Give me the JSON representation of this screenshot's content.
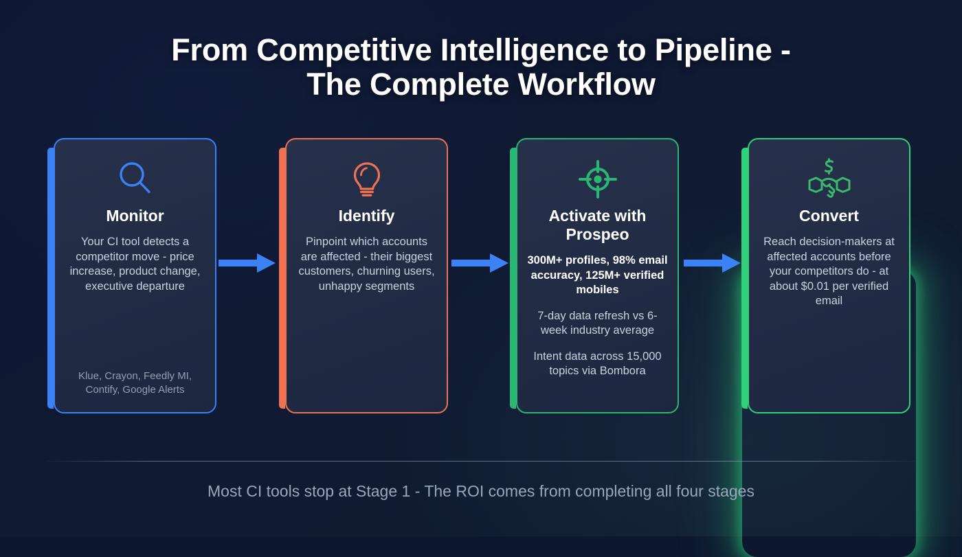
{
  "title": {
    "line1": "From Competitive Intelligence to Pipeline -",
    "line2": "The Complete Workflow"
  },
  "colors": {
    "background": "#0e1730",
    "card_background": "#242e47",
    "stage1_accent": "#3b82f6",
    "stage2_accent": "#ef7352",
    "stage3_accent": "#2ab673",
    "stage4_accent": "#2fd17a",
    "arrow": "#3b82f6",
    "title_text": "#ffffff",
    "body_text": "#c9d2e0",
    "muted_text": "#93a0b4",
    "footnote_text": "#9aa7bb"
  },
  "stages": [
    {
      "icon": "magnifying-glass-icon",
      "title": "Monitor",
      "body": [
        "Your CI tool detects a competitor move - price increase, product change, executive departure"
      ],
      "footer": "Klue, Crayon, Feedly MI, Contify, Google Alerts",
      "accent": "#3b82f6",
      "highlighted": false
    },
    {
      "icon": "lightbulb-icon",
      "title": "Identify",
      "body": [
        "Pinpoint which accounts are affected - their biggest customers, churning users, unhappy segments"
      ],
      "footer": "",
      "accent": "#ef7352",
      "highlighted": false
    },
    {
      "icon": "target-crosshair-icon",
      "title": "Activate with Prospeo",
      "body": [
        "300M+ profiles, 98% email accuracy, 125M+ verified mobiles",
        "7-day data refresh vs 6-week industry average",
        "Intent data across 15,000 topics via Bombora"
      ],
      "footer": "",
      "accent": "#2ab673",
      "highlighted": false
    },
    {
      "icon": "handshake-money-icon",
      "title": "Convert",
      "body": [
        "Reach decision-makers at affected accounts before your competitors do - at about $0.01 per verified email"
      ],
      "footer": "",
      "accent": "#2fd17a",
      "highlighted": true
    }
  ],
  "arrows": [
    {
      "name": "arrow-stage1-to-stage2"
    },
    {
      "name": "arrow-stage2-to-stage3"
    },
    {
      "name": "arrow-stage3-to-stage4"
    }
  ],
  "footnote": "Most CI tools stop at Stage 1 - The ROI comes from completing all four stages"
}
